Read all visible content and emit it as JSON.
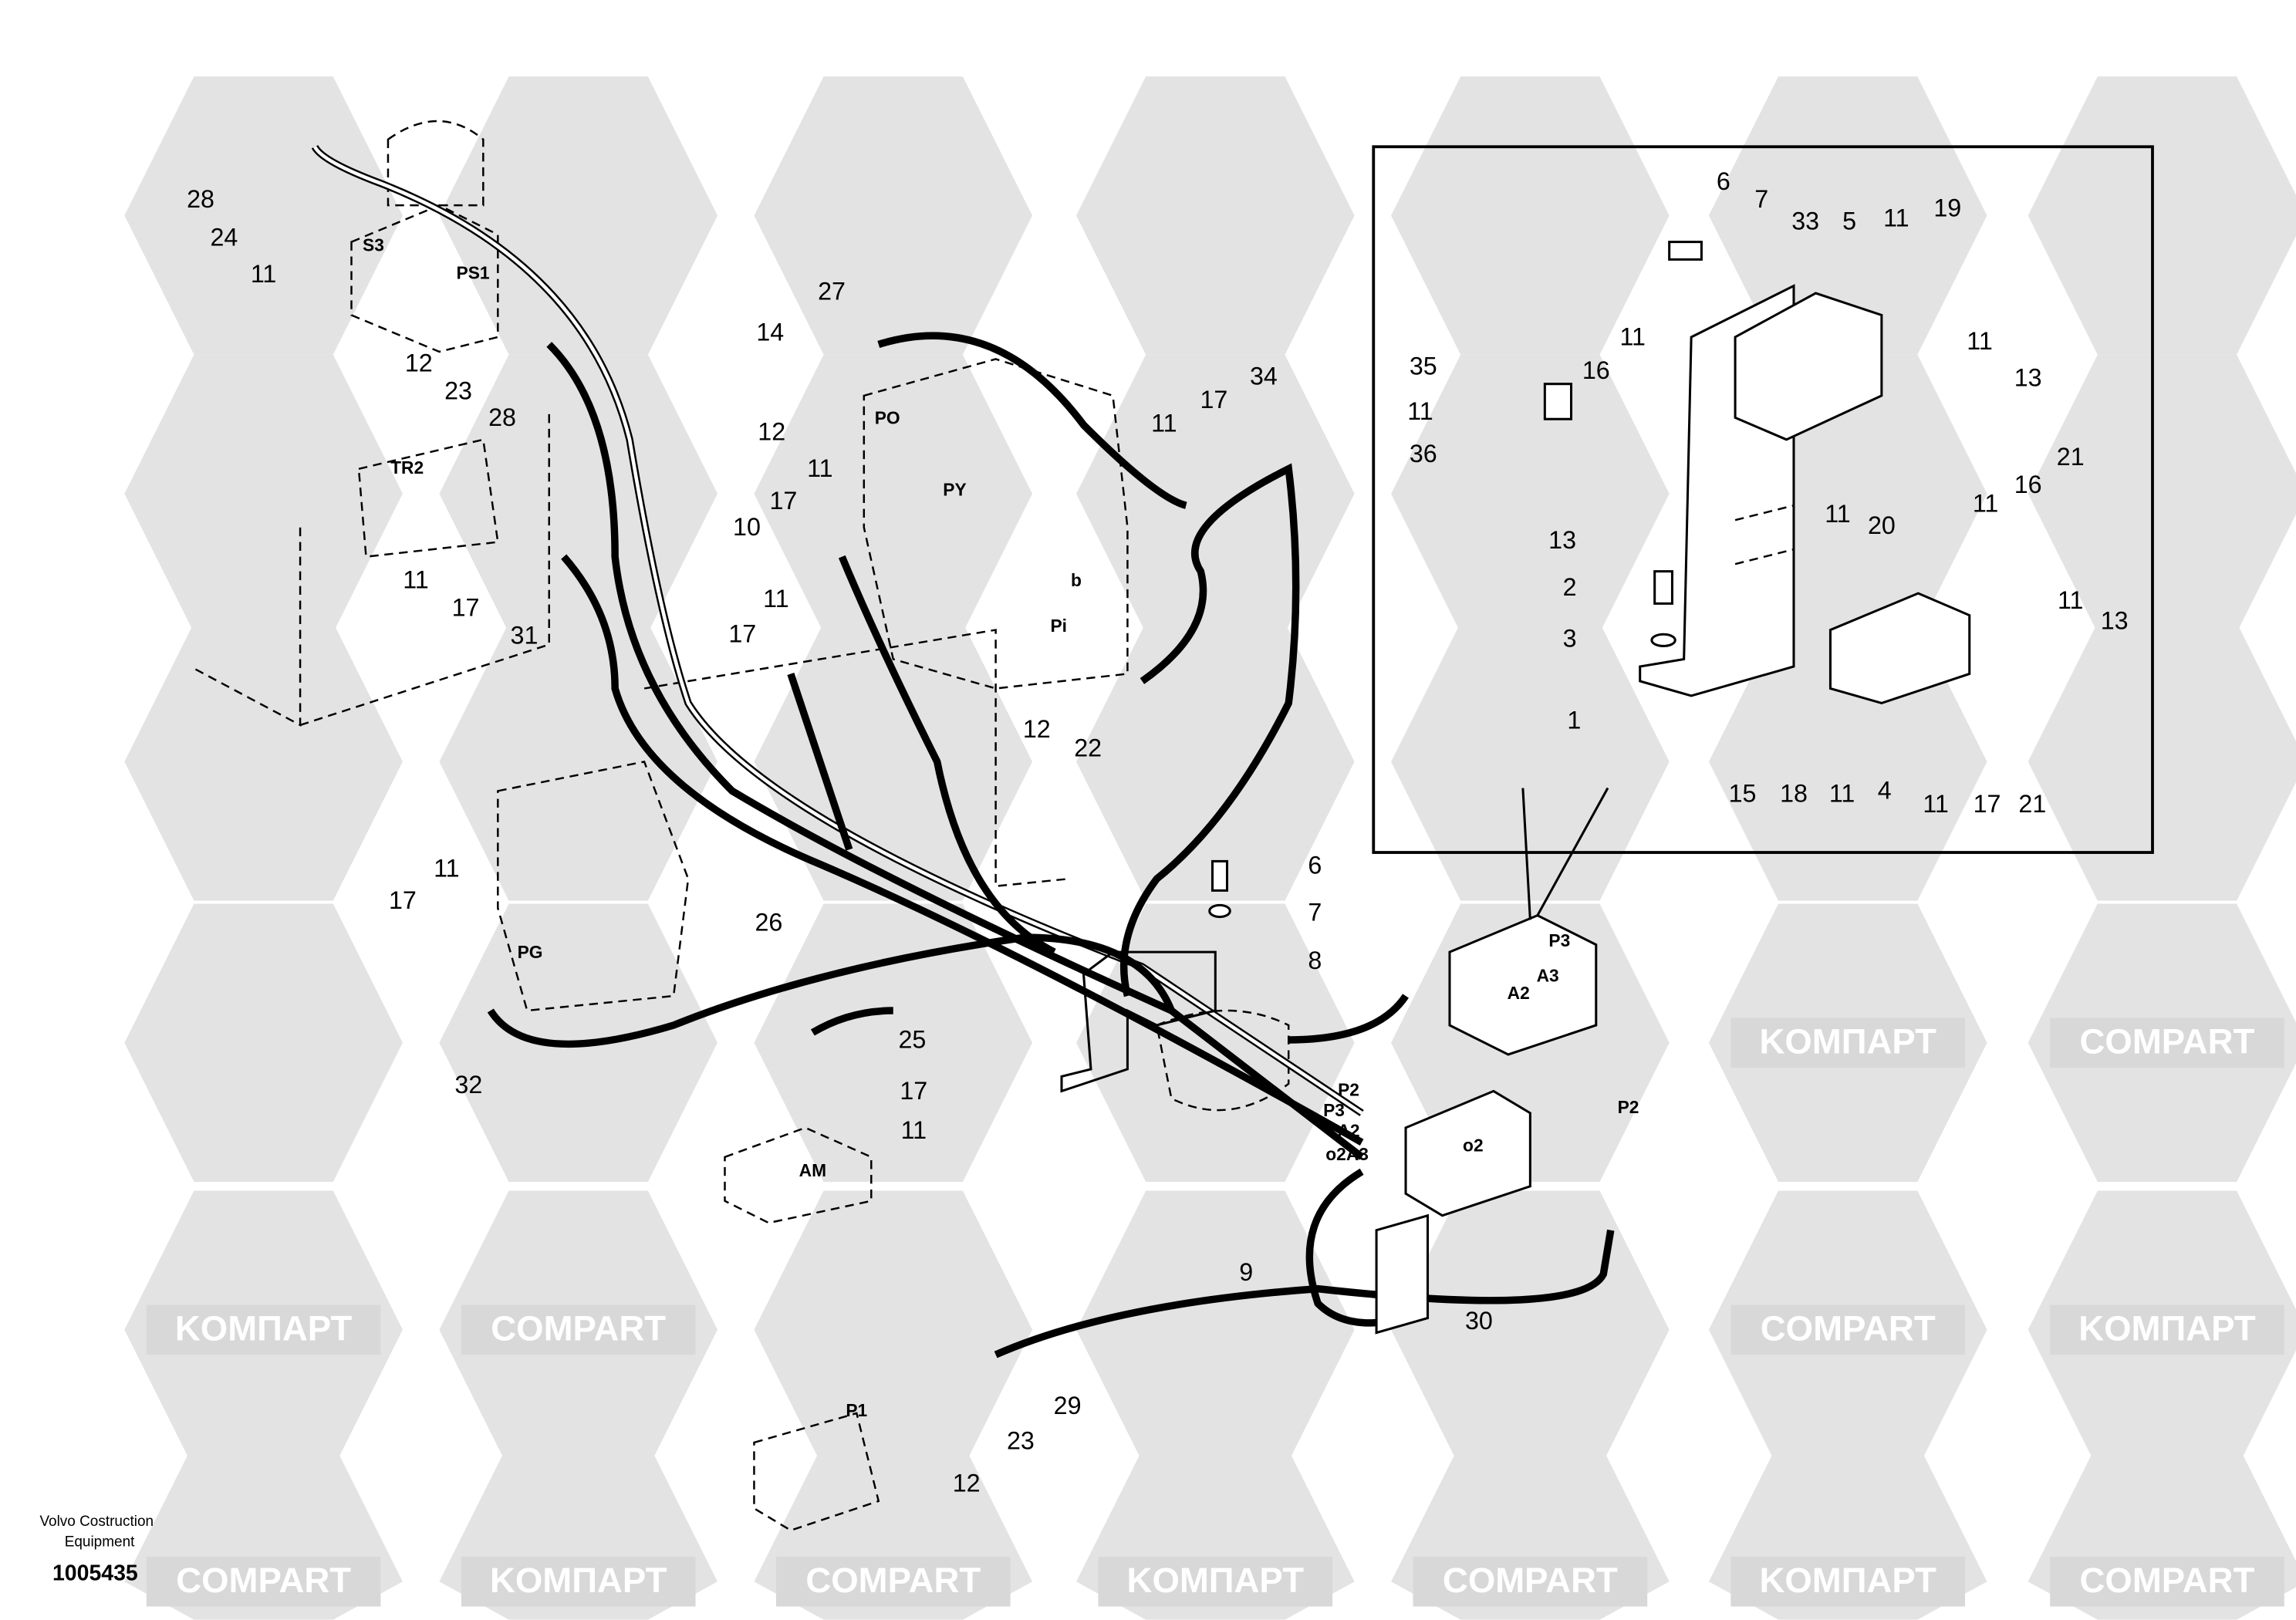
{
  "watermark": {
    "text_ru": "KOMПАРТ",
    "text_en": "COMPART",
    "color": "#e3e3e3"
  },
  "footer": {
    "company_line1": "Volvo Costruction",
    "company_line2": "Equipment",
    "drawing_number": "1005435"
  },
  "callouts": [
    "28",
    "24",
    "11",
    "12",
    "23",
    "28",
    "11",
    "17",
    "31",
    "27",
    "14",
    "12",
    "11",
    "17",
    "10",
    "11",
    "17",
    "12",
    "22",
    "11",
    "17",
    "34",
    "26",
    "17",
    "11",
    "32",
    "25",
    "17",
    "11",
    "6",
    "7",
    "8",
    "9",
    "30",
    "29",
    "23",
    "12"
  ],
  "port_labels": [
    "S3",
    "PS1",
    "TR2",
    "PO",
    "PY",
    "Pi",
    "b",
    "PG",
    "AM",
    "P2",
    "P3",
    "A2",
    "o2A3",
    "P1",
    "P3",
    "A3",
    "A2",
    "P2",
    "o2"
  ],
  "inset_callouts": [
    "6",
    "7",
    "33",
    "5",
    "11",
    "19",
    "11",
    "16",
    "35",
    "11",
    "36",
    "13",
    "11",
    "13",
    "11",
    "20",
    "21",
    "16",
    "11",
    "2",
    "3",
    "1",
    "11",
    "13",
    "15",
    "18",
    "11",
    "4",
    "11",
    "17",
    "21"
  ]
}
